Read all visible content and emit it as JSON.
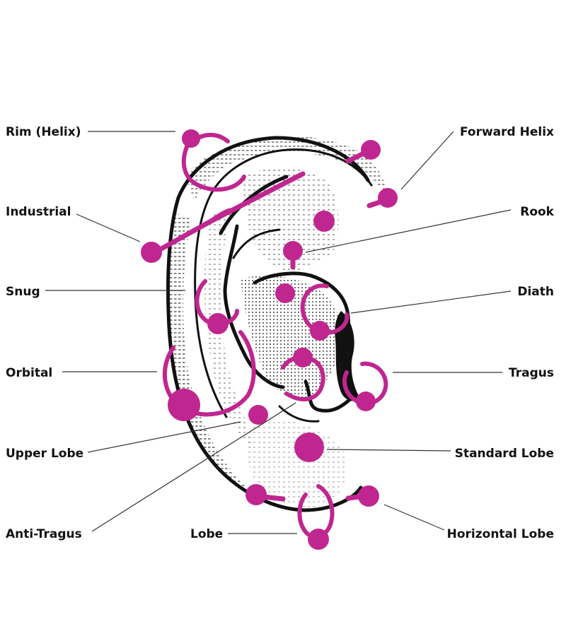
{
  "colors": {
    "accent": "#c0268f",
    "ink": "#111111",
    "background": "#ffffff"
  },
  "labels": {
    "rim_helix": "Rim (Helix)",
    "forward_helix": "Forward Helix",
    "industrial": "Industrial",
    "rook": "Rook",
    "snug": "Snug",
    "diath": "Diath",
    "orbital": "Orbital",
    "tragus": "Tragus",
    "upper_lobe": "Upper Lobe",
    "standard_lobe": "Standard Lobe",
    "anti_tragus": "Anti-Tragus",
    "lobe": "Lobe",
    "horizontal_lobe": "Horizontal Lobe"
  }
}
